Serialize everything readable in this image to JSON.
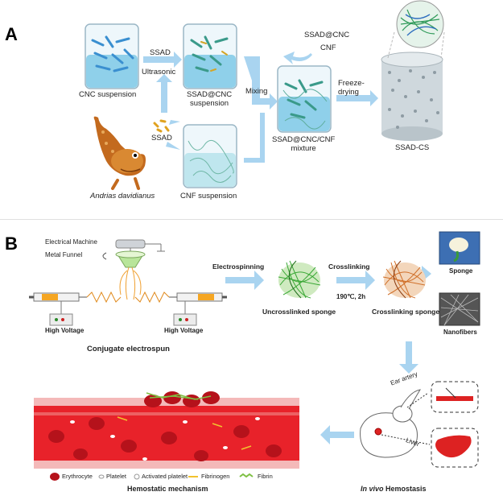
{
  "panelA": {
    "letter": "A",
    "cnc_suspension": "CNC suspension",
    "ssad_cnc_suspension": "SSAD@CNC\nsuspension",
    "ssad_label": "SSAD",
    "ultrasonic_label": "Ultrasonic",
    "ssad_small": "SSAD",
    "species_name": "Andrias davidianus",
    "cnf_suspension": "CNF suspension",
    "mixing_label": "Mixing",
    "ssad_cnc_top": "SSAD@CNC",
    "cnf_top": "CNF",
    "mixture_label": "SSAD@CNC/CNF\nmixture",
    "freeze_drying": "Freeze-\ndrying",
    "ssad_cs": "SSAD-CS"
  },
  "panelB": {
    "letter": "B",
    "electrical_machine": "Electrical Machine",
    "metal_funnel": "Metal Funnel",
    "high_voltage_left": "High Voltage",
    "high_voltage_right": "High Voltage",
    "conjugate": "Conjugate electrospun",
    "electrospinning": "Electrospinning",
    "uncrosslinked": "Uncrosslinked sponge",
    "crosslinking": "Crosslinking",
    "condition": "190℃, 2h",
    "crosslinking_sponge": "Crosslinking sponge",
    "sponge": "Sponge",
    "nanofibers": "Nanofibers",
    "ear_artery": "Ear artery",
    "liver": "Liver",
    "in_vivo": "In vivo",
    "hemostasis": " Hemostasis",
    "legend": {
      "erythrocyte": "Erythrocyte",
      "platelet": "Platelet",
      "activated_platelet": "Activated platelet",
      "fibrinogen": "Fibrinogen",
      "fibrin": "Fibrin"
    },
    "hemostatic_mechanism": "Hemostatic mechanism"
  },
  "colors": {
    "arrow": "#a9d4f0",
    "vessel_red": "#e8222a",
    "vessel_wall": "#f4b9b9",
    "erythrocyte": "#b5121b",
    "liquid": "#9fd3e8",
    "sponge_green": "#3aa836",
    "sponge_orange": "#d0702a"
  }
}
